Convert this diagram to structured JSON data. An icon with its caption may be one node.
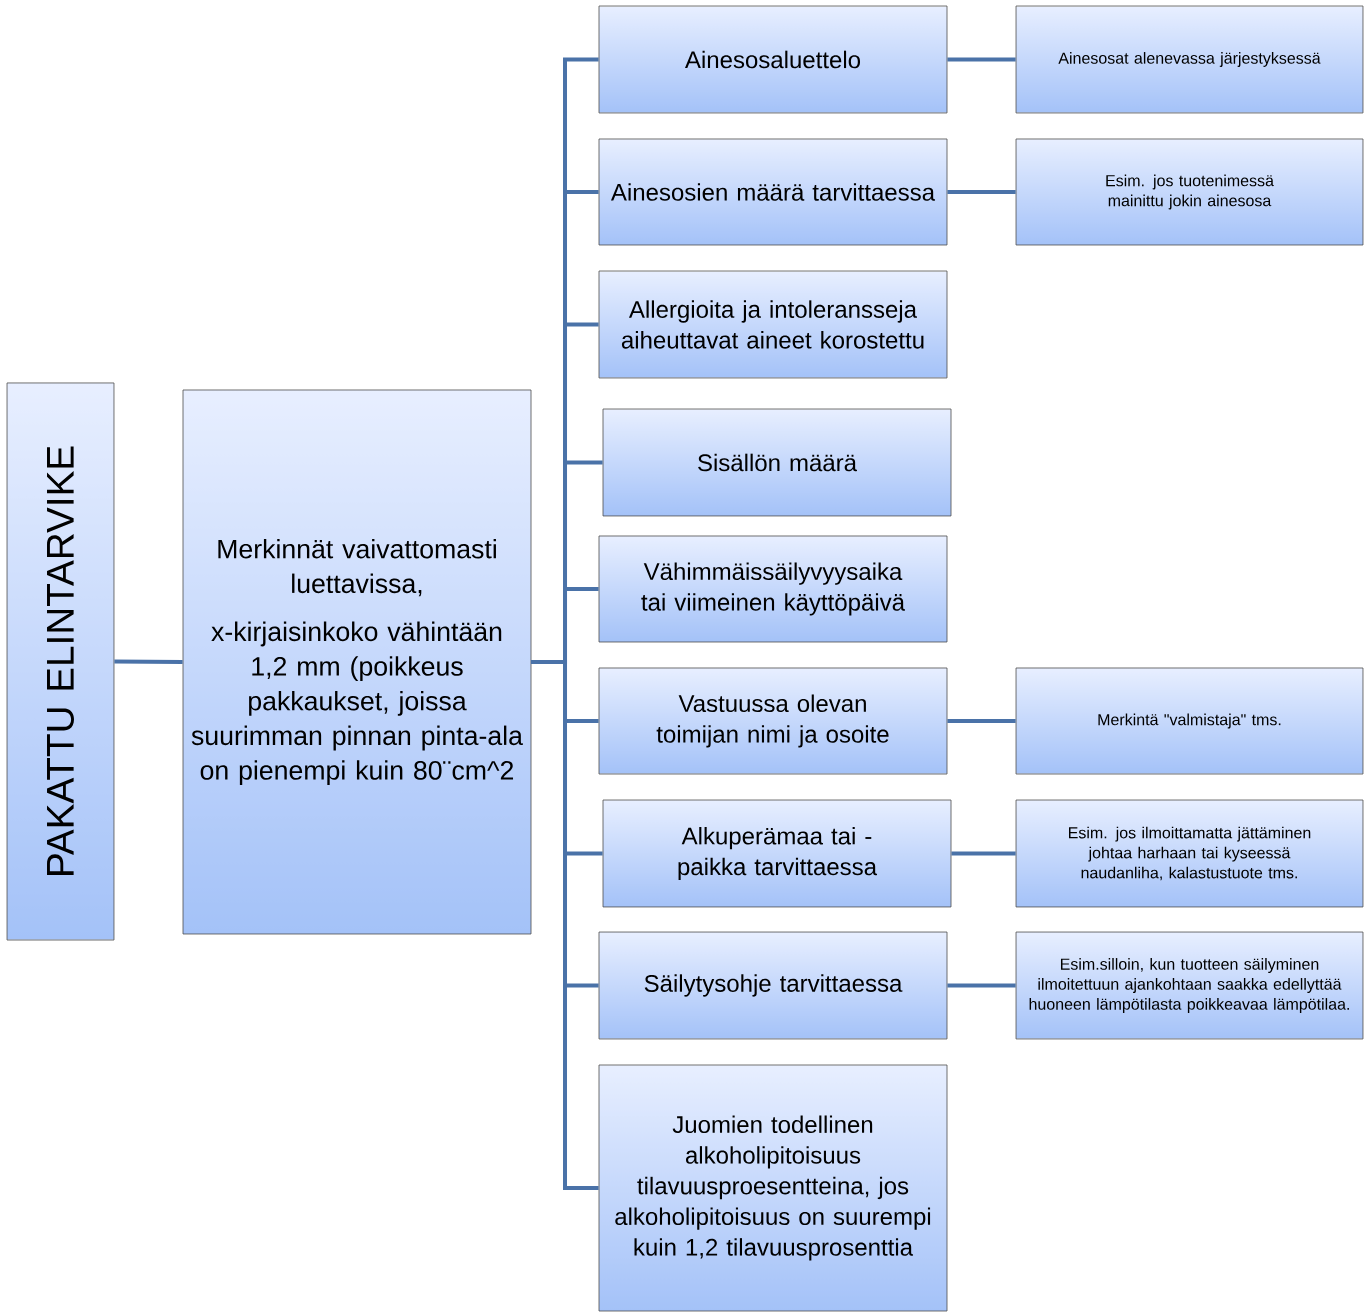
{
  "diagram": {
    "nodes": [
      {
        "text": [
          "PAKATTU ELINTARVIKE"
        ]
      },
      {
        "text": [
          "Merkinnät vaivattomasti luettavissa,",
          "x-kirjaisinkoko vähintään 1,2 mm (poikkeus pakkaukset, joissa suurimman pinnan pinta-ala on pienempi kuin 80¨cm^2"
        ]
      },
      {
        "text": [
          "Ainesosaluettelo"
        ]
      },
      {
        "text": [
          "Ainesosat alenevassa järjestyksessä"
        ]
      },
      {
        "text": [
          "Ainesosien määrä tarvittaessa"
        ]
      },
      {
        "text": [
          "Esim. jos tuotenimessä mainittu jokin ainesosa"
        ]
      },
      {
        "text": [
          "Allergioita ja intoleransseja aiheuttavat aineet korostettu"
        ]
      },
      {
        "text": [
          "Sisällön määrä"
        ]
      },
      {
        "text": [
          "Vähimmäissäilyvyysaika tai viimeinen käyttöpäivä"
        ]
      },
      {
        "text": [
          "Vastuussa olevan toimijan nimi ja osoite"
        ]
      },
      {
        "text": [
          "Merkintä \"valmistaja\" tms."
        ]
      },
      {
        "text": [
          "Alkuperämaa tai -paikka tarvittaessa"
        ]
      },
      {
        "text": [
          "Esim. jos ilmoittamatta jättäminen johtaa harhaan tai kyseessä naudanliha, kalastustuote tms."
        ]
      },
      {
        "text": [
          "Säilytysohje tarvittaessa"
        ]
      },
      {
        "text": [
          "Esim.silloin, kun tuotteen säilyminen ilmoitettuun ajankohtaan saakka edellyttää huoneen lämpötilasta poikkeavaa lämpötilaa."
        ]
      },
      {
        "text": [
          "Juomien todellinen alkoholipitoisuus tilavuusproesentteina, jos alkoholipitoisuus on suurempi kuin 1,2 tilavuusprosenttia"
        ]
      }
    ],
    "edges": [
      {
        "from": 0,
        "to": 1,
        "arrow": "none"
      },
      {
        "from": 1,
        "to": 2,
        "arrow": "none"
      },
      {
        "from": 1,
        "to": 4,
        "arrow": "none"
      },
      {
        "from": 1,
        "to": 6,
        "arrow": "none"
      },
      {
        "from": 1,
        "to": 7,
        "arrow": "none"
      },
      {
        "from": 1,
        "to": 8,
        "arrow": "none"
      },
      {
        "from": 1,
        "to": 9,
        "arrow": "none"
      },
      {
        "from": 1,
        "to": 11,
        "arrow": "none"
      },
      {
        "from": 1,
        "to": 13,
        "arrow": "none"
      },
      {
        "from": 1,
        "to": 15,
        "arrow": "none"
      },
      {
        "from": 2,
        "to": 3,
        "arrow": "none"
      },
      {
        "from": 4,
        "to": 5,
        "arrow": "none"
      },
      {
        "from": 9,
        "to": 10,
        "arrow": "none"
      },
      {
        "from": 11,
        "to": 12,
        "arrow": "none"
      },
      {
        "from": 13,
        "to": 14,
        "arrow": "none"
      }
    ]
  }
}
